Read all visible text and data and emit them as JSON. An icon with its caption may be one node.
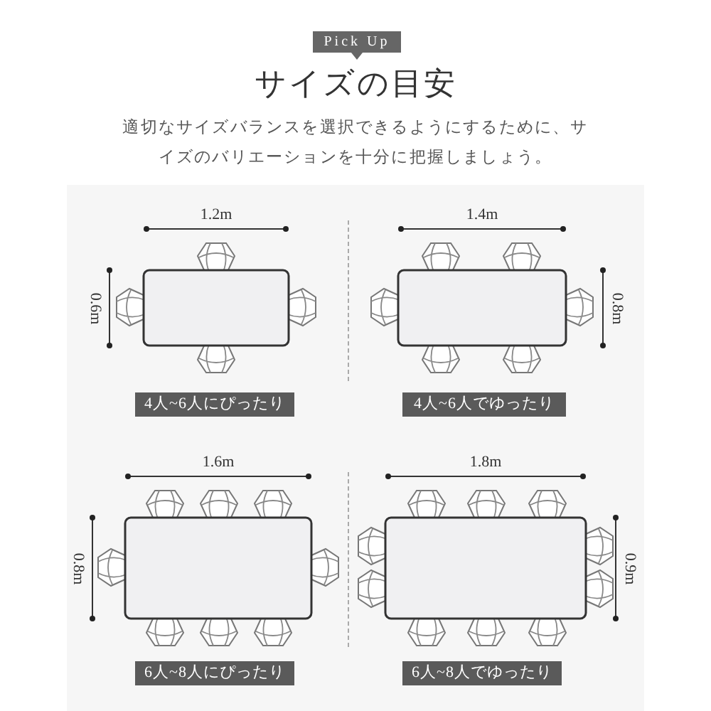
{
  "diagram": {
    "title": "サイズの目安",
    "nodes": [
      {
        "text": [
          "Pick Up"
        ]
      },
      {
        "text": [
          "4人~6人にぴったり"
        ]
      },
      {
        "text": [
          "4人~6人でゆったり"
        ]
      },
      {
        "text": [
          "6人~8人にぴったり"
        ]
      },
      {
        "text": [
          "6人~8人でゆったり"
        ]
      }
    ],
    "labels": [
      "適切なサイズバランスを選択できるようにするために、サイズのバリエーションを十分に把握しましょう。",
      "1.2m",
      "0.6m",
      "1.4m",
      "0.8m",
      "1.6m",
      "0.8m",
      "1.8m",
      "0.9m"
    ]
  }
}
